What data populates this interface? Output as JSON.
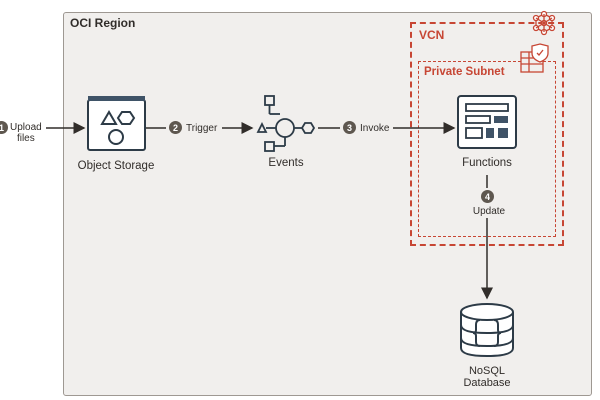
{
  "region": {
    "title": "OCI Region"
  },
  "vcn": {
    "title": "VCN"
  },
  "subnet": {
    "title": "Private Subnet"
  },
  "steps": [
    {
      "number": "1",
      "label_line1": "Upload",
      "label_line2": "files"
    },
    {
      "number": "2",
      "label": "Trigger"
    },
    {
      "number": "3",
      "label": "Invoke"
    },
    {
      "number": "4",
      "label": "Update"
    }
  ],
  "nodes": {
    "object_storage": {
      "label": "Object Storage",
      "icon": "object-storage-icon"
    },
    "events": {
      "label": "Events",
      "icon": "events-icon"
    },
    "functions": {
      "label": "Functions",
      "icon": "functions-icon"
    },
    "nosql": {
      "label_line1": "NoSQL",
      "label_line2": "Database",
      "icon": "database-icon"
    }
  },
  "colors": {
    "accent": "#c74634",
    "line": "#312d2a",
    "icon": "#2d3b47",
    "icon_fill": "#3f5367",
    "region_bg": "#f1efed"
  }
}
